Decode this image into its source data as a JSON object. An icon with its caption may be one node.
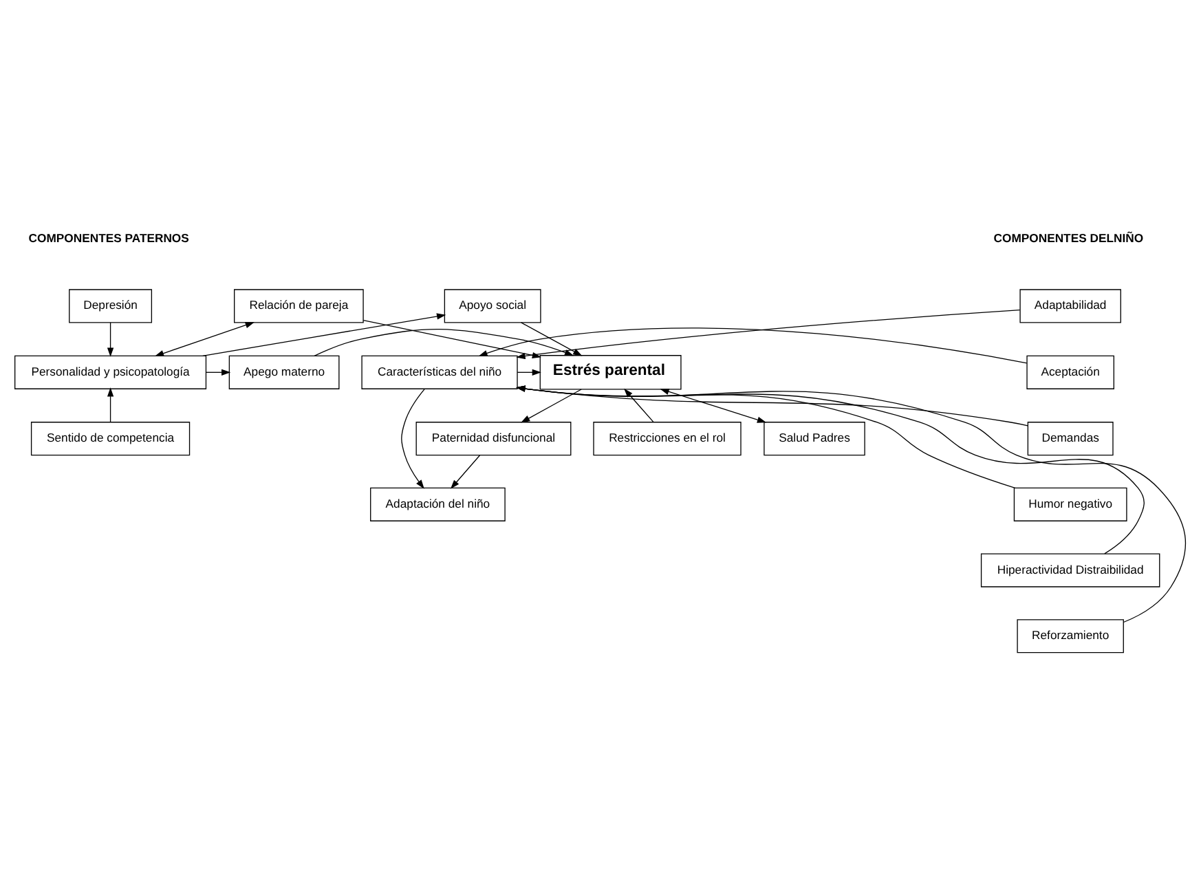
{
  "diagram": {
    "nodes": [
      {
        "text": [
          "Adaptabilidad"
        ]
      },
      {
        "text": [
          "Depresión"
        ]
      },
      {
        "text": [
          "Relación de pareja"
        ]
      },
      {
        "text": [
          "Apoyo social"
        ]
      },
      {
        "text": [
          "Aceptación"
        ]
      },
      {
        "text": [
          "Demandas"
        ]
      },
      {
        "text": [
          "Personalidad y psicopatología"
        ]
      },
      {
        "text": [
          "Apego materno"
        ]
      },
      {
        "text": [
          "Estrés parental"
        ]
      },
      {
        "text": [
          "Características del niño"
        ]
      },
      {
        "text": [
          "Humor negativo"
        ]
      },
      {
        "text": [
          "Restricciones en el rol"
        ]
      },
      {
        "text": [
          "Salud Padres"
        ]
      },
      {
        "text": [
          "Sentido de competencia"
        ]
      },
      {
        "text": [
          "Hiperactividad Distraibilidad"
        ]
      },
      {
        "text": [
          "Reforzamiento"
        ]
      },
      {
        "text": [
          "Paternidad disfuncional"
        ]
      },
      {
        "text": [
          "Adaptación del niño"
        ]
      }
    ],
    "edges": [
      {
        "from": 6,
        "to": 3,
        "arrow": "to"
      },
      {
        "from": 1,
        "to": 6,
        "arrow": "to"
      },
      {
        "from": 6,
        "to": 2,
        "arrow": "both"
      },
      {
        "from": 13,
        "to": 6,
        "arrow": "to"
      },
      {
        "from": 6,
        "to": 7,
        "arrow": "to"
      },
      {
        "from": 7,
        "to": 8,
        "arrow": "to"
      },
      {
        "from": 2,
        "to": 8,
        "arrow": "to"
      },
      {
        "from": 3,
        "to": 8,
        "arrow": "to"
      },
      {
        "from": 9,
        "to": 8,
        "arrow": "to"
      },
      {
        "from": 11,
        "to": 8,
        "arrow": "to"
      },
      {
        "from": 8,
        "to": 12,
        "arrow": "both"
      },
      {
        "from": 8,
        "to": 16,
        "arrow": "to"
      },
      {
        "from": 16,
        "to": 17,
        "arrow": "to"
      },
      {
        "from": 9,
        "to": 17,
        "arrow": "to"
      },
      {
        "from": 0,
        "to": 9,
        "arrow": "to"
      },
      {
        "from": 4,
        "to": 9,
        "arrow": "to"
      },
      {
        "from": 5,
        "to": 9,
        "arrow": "to"
      },
      {
        "from": 10,
        "to": 9,
        "arrow": "to"
      },
      {
        "from": 14,
        "to": 9,
        "arrow": "to"
      },
      {
        "from": 15,
        "to": 9,
        "arrow": "to"
      }
    ],
    "labels": [
      "COMPONENTES PATERNOS",
      "COMPONENTES DELNIÑO"
    ]
  }
}
